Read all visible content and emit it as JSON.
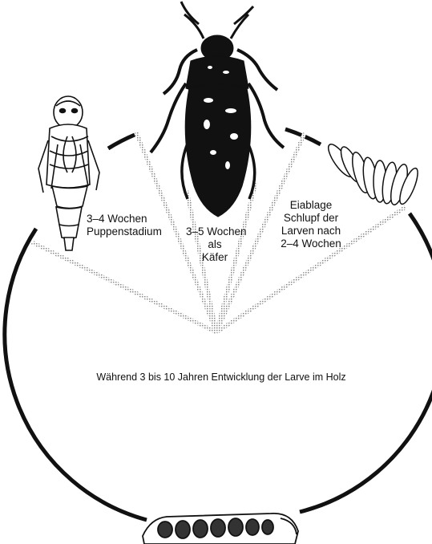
{
  "diagram": {
    "stages": {
      "pupa": {
        "lines": [
          "3–4 Wochen",
          "Puppenstadium"
        ]
      },
      "beetle": {
        "lines": [
          "3–5 Wochen",
          "als",
          "Käfer"
        ]
      },
      "eggs": {
        "lines": [
          "Eiablage",
          "Schlupf der",
          "Larven nach",
          "2–4 Wochen"
        ]
      },
      "larva": {
        "text": "Während 3 bis 10 Jahren Entwicklung der Larve im Holz"
      }
    },
    "colors": {
      "ink": "#111111",
      "divider": "#9a9a9a"
    }
  }
}
